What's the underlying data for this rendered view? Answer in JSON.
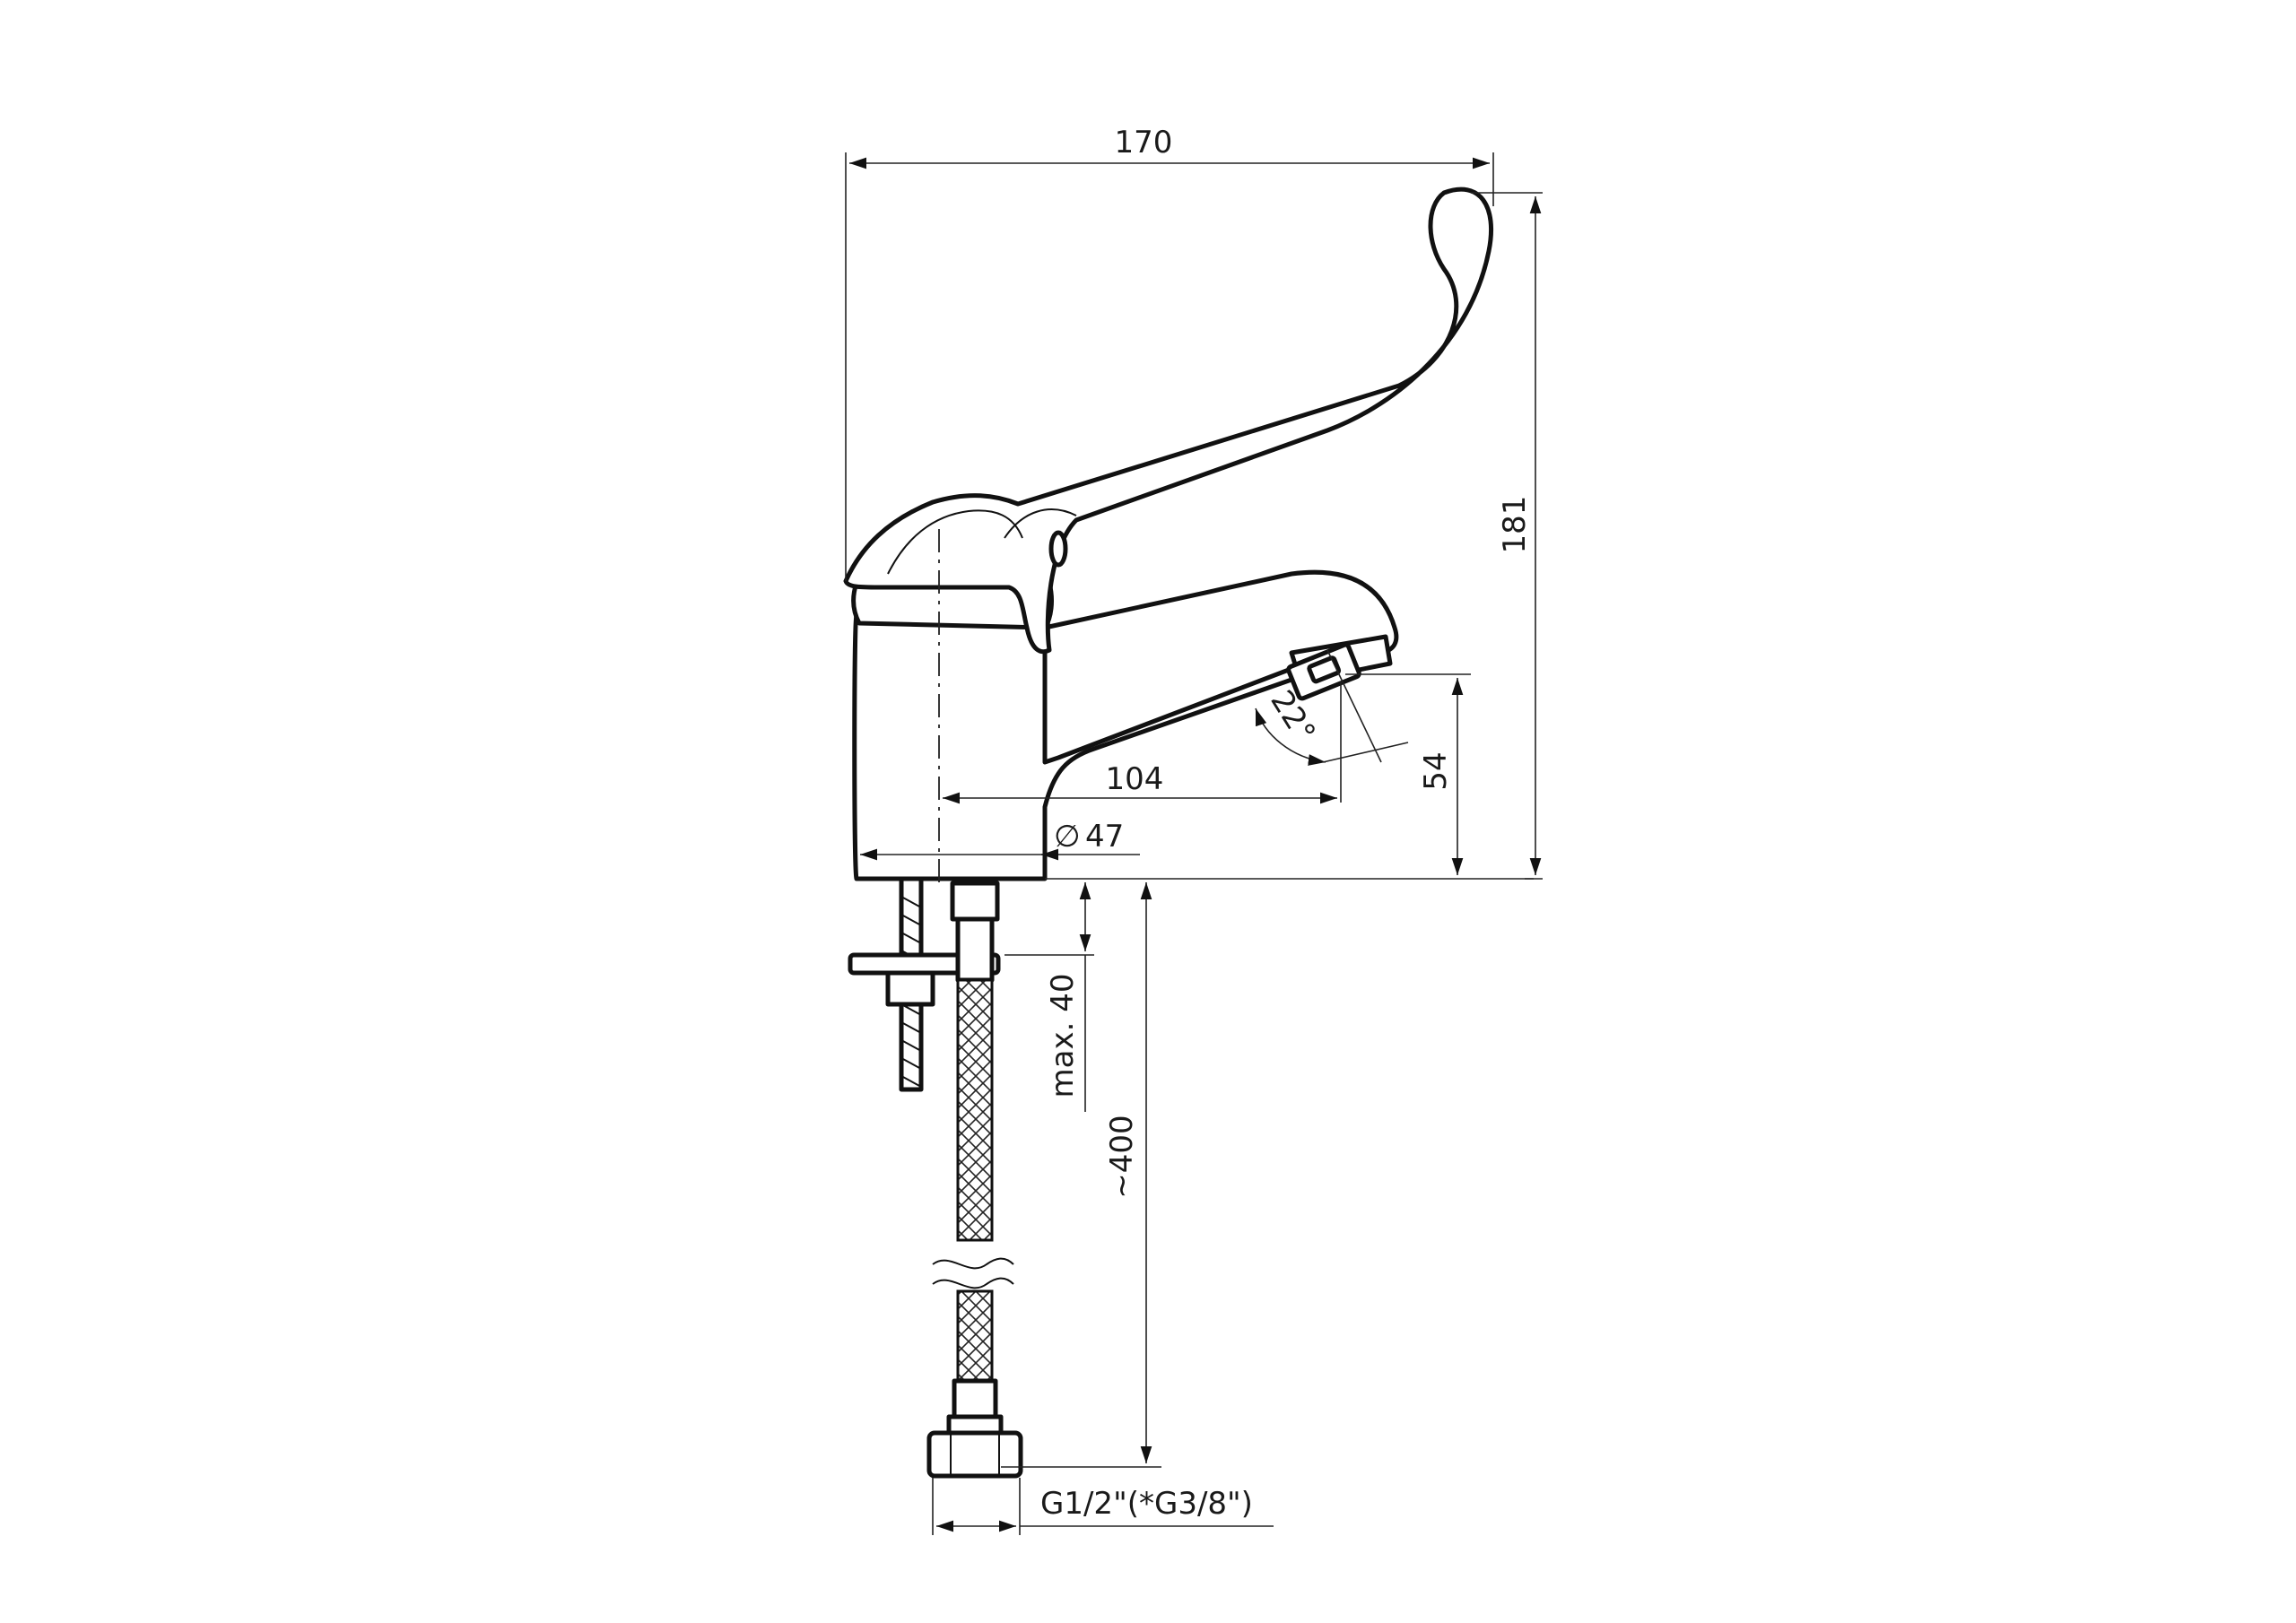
{
  "dimensions": {
    "overall_width": "170",
    "overall_height": "181",
    "spout_reach": "104",
    "body_diameter": "47",
    "outlet_height": "54",
    "outlet_angle": "22°",
    "max_deck_thickness": "max. 40",
    "hose_length": "~400",
    "thread": "G1/2\"(*G3/8\")"
  },
  "symbols": {
    "diameter": "∅"
  }
}
